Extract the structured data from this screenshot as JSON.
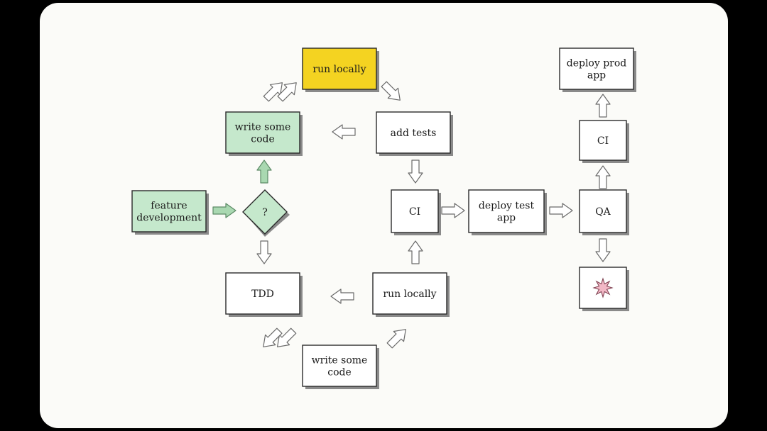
{
  "colors": {
    "slide_background": "#fbfbf8",
    "default_fill": "#ffffff",
    "green_fill": "#c5e8cc",
    "yellow_fill": "#f4d321",
    "burst_fill": "#f2b8c6"
  },
  "nodes": [
    {
      "id": "run-locally-top",
      "lines": [
        "run locally"
      ],
      "fill": "yellow"
    },
    {
      "id": "add-tests",
      "lines": [
        "add tests"
      ],
      "fill": "white"
    },
    {
      "id": "write-code-top",
      "lines": [
        "write some",
        "code"
      ],
      "fill": "green"
    },
    {
      "id": "feature-development",
      "lines": [
        "feature",
        "development"
      ],
      "fill": "green"
    },
    {
      "id": "decision",
      "lines": [
        "?"
      ],
      "fill": "green"
    },
    {
      "id": "ci-mid",
      "lines": [
        "CI"
      ],
      "fill": "white"
    },
    {
      "id": "deploy-test-app",
      "lines": [
        "deploy test",
        "app"
      ],
      "fill": "white"
    },
    {
      "id": "qa",
      "lines": [
        "QA"
      ],
      "fill": "white"
    },
    {
      "id": "ci-right",
      "lines": [
        "CI"
      ],
      "fill": "white"
    },
    {
      "id": "deploy-prod-app",
      "lines": [
        "deploy prod",
        "app"
      ],
      "fill": "white"
    },
    {
      "id": "failure-burst",
      "lines": [],
      "fill": "white"
    },
    {
      "id": "tdd",
      "lines": [
        "TDD"
      ],
      "fill": "white"
    },
    {
      "id": "run-locally-bottom",
      "lines": [
        "run locally"
      ],
      "fill": "white"
    },
    {
      "id": "write-code-bottom",
      "lines": [
        "write some",
        "code"
      ],
      "fill": "white"
    }
  ],
  "edges": [
    {
      "from": "write-code-top",
      "to": "run-locally-top",
      "style": "outline"
    },
    {
      "from": "run-locally-top",
      "to": "add-tests",
      "style": "outline"
    },
    {
      "from": "add-tests",
      "to": "write-code-top",
      "style": "outline"
    },
    {
      "from": "add-tests",
      "to": "ci-mid",
      "style": "outline"
    },
    {
      "from": "feature-development",
      "to": "decision",
      "style": "green"
    },
    {
      "from": "decision",
      "to": "write-code-top",
      "style": "green"
    },
    {
      "from": "decision",
      "to": "tdd",
      "style": "outline"
    },
    {
      "from": "ci-mid",
      "to": "deploy-test-app",
      "style": "outline"
    },
    {
      "from": "deploy-test-app",
      "to": "qa",
      "style": "outline"
    },
    {
      "from": "qa",
      "to": "ci-right",
      "style": "outline"
    },
    {
      "from": "ci-right",
      "to": "deploy-prod-app",
      "style": "outline"
    },
    {
      "from": "qa",
      "to": "failure-burst",
      "style": "outline"
    },
    {
      "from": "run-locally-bottom",
      "to": "tdd",
      "style": "outline"
    },
    {
      "from": "run-locally-bottom",
      "to": "ci-mid",
      "style": "outline"
    },
    {
      "from": "tdd",
      "to": "write-code-bottom",
      "style": "outline"
    },
    {
      "from": "write-code-bottom",
      "to": "run-locally-bottom",
      "style": "outline"
    }
  ]
}
